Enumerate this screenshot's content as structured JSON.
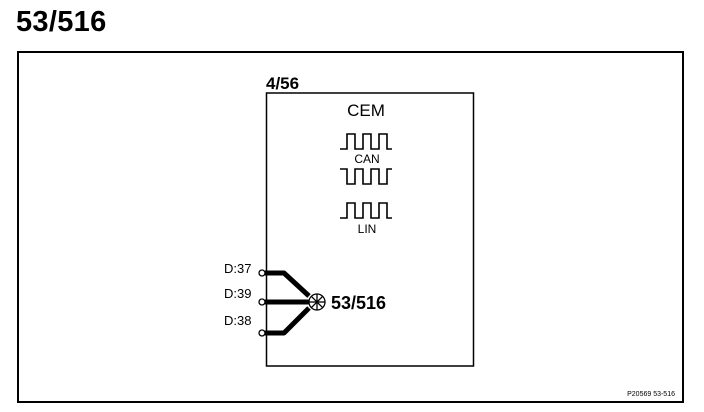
{
  "page": {
    "title": "53/516"
  },
  "module": {
    "id": "4/56",
    "name": "CEM",
    "signals": [
      {
        "label": "CAN",
        "icon": "square-wave-icon"
      },
      {
        "label": "LIN",
        "icon": "square-wave-icon"
      }
    ]
  },
  "connector": {
    "pins": [
      "D:37",
      "D:39",
      "D:38"
    ],
    "junction_label": "53/516",
    "junction_icon": "splice-junction-icon"
  },
  "footer": {
    "reference": "P20569 53-516"
  },
  "colors": {
    "ink": "#000000",
    "background": "#ffffff"
  }
}
